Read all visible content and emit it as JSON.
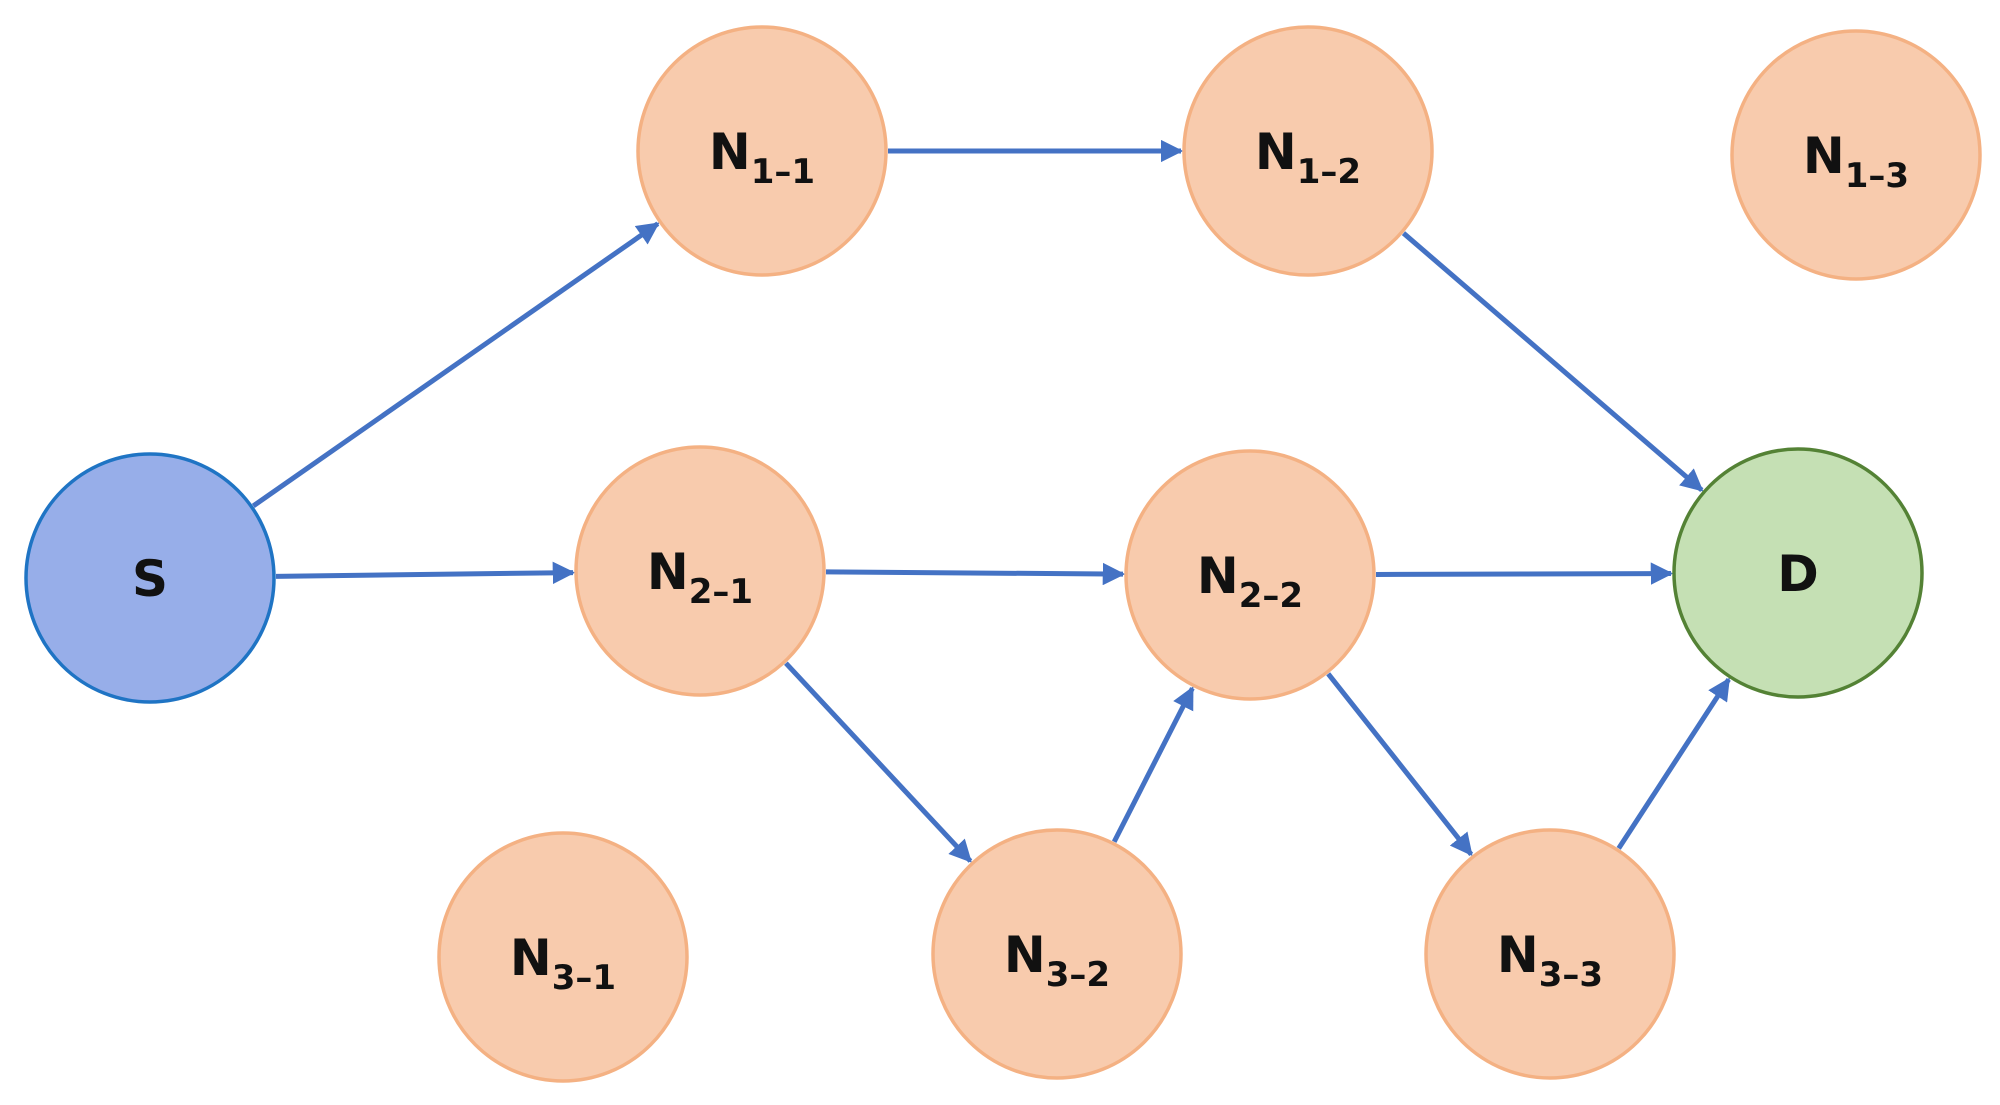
{
  "colors": {
    "edge": "#4472c4",
    "intermediate_fill": "#f8cbad",
    "intermediate_stroke": "#f4b183",
    "source_fill": "#97aee9",
    "source_stroke": "#1f74c4",
    "dest_fill": "#c5e0b4",
    "dest_stroke": "#548235"
  },
  "nodes": [
    {
      "id": "S",
      "main": "S",
      "sub": "",
      "kind": "source"
    },
    {
      "id": "N1-1",
      "main": "N",
      "sub": "1–1",
      "kind": "intermediate"
    },
    {
      "id": "N1-2",
      "main": "N",
      "sub": "1–2",
      "kind": "intermediate"
    },
    {
      "id": "N1-3",
      "main": "N",
      "sub": "1–3",
      "kind": "intermediate"
    },
    {
      "id": "N2-1",
      "main": "N",
      "sub": "2–1",
      "kind": "intermediate"
    },
    {
      "id": "N2-2",
      "main": "N",
      "sub": "2–2",
      "kind": "intermediate"
    },
    {
      "id": "D",
      "main": "D",
      "sub": "",
      "kind": "destination"
    },
    {
      "id": "N3-1",
      "main": "N",
      "sub": "3–1",
      "kind": "intermediate"
    },
    {
      "id": "N3-2",
      "main": "N",
      "sub": "3–2",
      "kind": "intermediate"
    },
    {
      "id": "N3-3",
      "main": "N",
      "sub": "3–3",
      "kind": "intermediate"
    }
  ],
  "edges": [
    {
      "from": "S",
      "to": "N1-1"
    },
    {
      "from": "N1-1",
      "to": "N1-2"
    },
    {
      "from": "N1-2",
      "to": "D"
    },
    {
      "from": "S",
      "to": "N2-1"
    },
    {
      "from": "N2-1",
      "to": "N2-2"
    },
    {
      "from": "N2-2",
      "to": "D"
    },
    {
      "from": "N2-1",
      "to": "N3-2"
    },
    {
      "from": "N3-2",
      "to": "N2-2"
    },
    {
      "from": "N2-2",
      "to": "N3-3"
    },
    {
      "from": "N3-3",
      "to": "D"
    }
  ]
}
